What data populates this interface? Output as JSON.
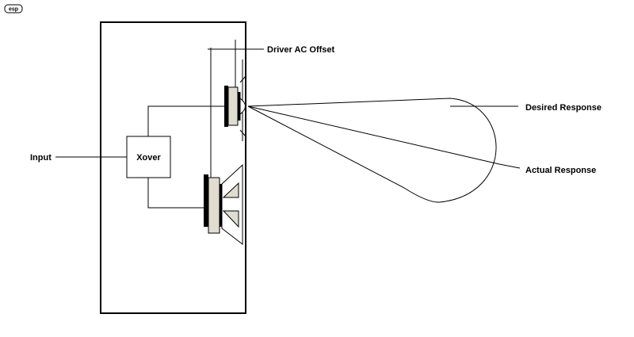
{
  "logo": {
    "text": "esp"
  },
  "labels": {
    "input": "Input",
    "xover": "Xover",
    "driver_offset": "Driver AC Offset",
    "desired_response": "Desired Response",
    "actual_response": "Actual Response"
  },
  "colors": {
    "line": "#000000",
    "magnet": "#e0dccf",
    "background": "#ffffff"
  }
}
